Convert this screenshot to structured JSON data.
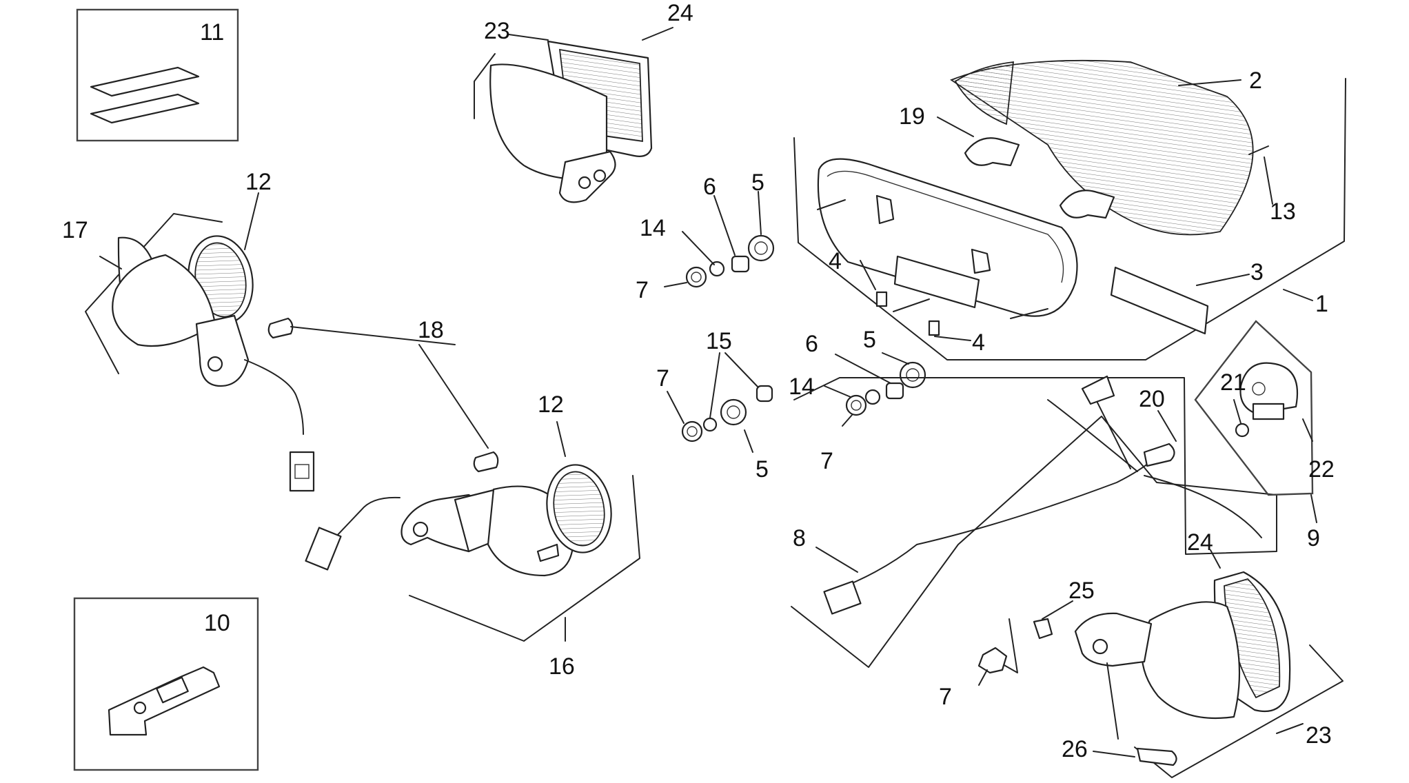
{
  "diagram": {
    "callouts": {
      "n1": "1",
      "n2": "2",
      "n3": "3",
      "n4a": "4",
      "n4b": "4",
      "n5a": "5",
      "n5b": "5",
      "n5c": "5",
      "n6a": "6",
      "n6b": "6",
      "n7a": "7",
      "n7b": "7",
      "n7c": "7",
      "n7d": "7",
      "n8": "8",
      "n9": "9",
      "n10": "10",
      "n11": "11",
      "n12a": "12",
      "n12b": "12",
      "n13": "13",
      "n14a": "14",
      "n14b": "14",
      "n15": "15",
      "n16": "16",
      "n17": "17",
      "n18": "18",
      "n19": "19",
      "n20": "20",
      "n21": "21",
      "n22": "22",
      "n23a": "23",
      "n23b": "23",
      "n24a": "24",
      "n24b": "24",
      "n25": "25",
      "n26": "26"
    }
  }
}
